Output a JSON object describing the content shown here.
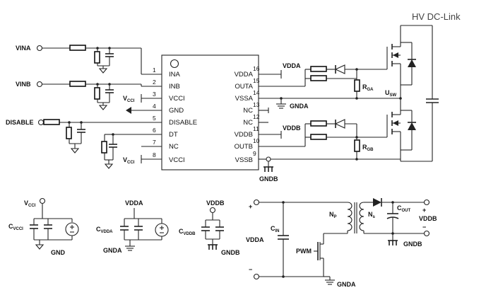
{
  "title": "HV DC-Link",
  "ic": {
    "left_pins": [
      {
        "num": "1",
        "name": "INA"
      },
      {
        "num": "2",
        "name": "INB"
      },
      {
        "num": "3",
        "name": "VCCI"
      },
      {
        "num": "4",
        "name": "GND"
      },
      {
        "num": "5",
        "name": "DISABLE"
      },
      {
        "num": "6",
        "name": "DT"
      },
      {
        "num": "7",
        "name": "NC"
      },
      {
        "num": "8",
        "name": "VCCI"
      }
    ],
    "right_pins": [
      {
        "num": "16",
        "name": "VDDA"
      },
      {
        "num": "15",
        "name": "OUTA"
      },
      {
        "num": "14",
        "name": "VSSA"
      },
      {
        "num": "13",
        "name": "NC"
      },
      {
        "num": "12",
        "name": "NC"
      },
      {
        "num": "11",
        "name": "VDDB"
      },
      {
        "num": "10",
        "name": "OUTB"
      },
      {
        "num": "9",
        "name": "VSSB"
      }
    ]
  },
  "inputs": {
    "vina": "VINA",
    "vinb": "VINB",
    "disable": "DISABLE"
  },
  "labels": {
    "vcci_main": "V",
    "vcci_sub": "CCI",
    "vdda": "VDDA",
    "vddb": "VDDB",
    "gnda": "GNDA",
    "gndb": "GNDB",
    "gnd": "GND",
    "rga_main": "R",
    "rga_sub": "GA",
    "rgb_main": "R",
    "rgb_sub": "GB",
    "usw_main": "U",
    "usw_sub": "SW"
  },
  "bottom": {
    "vcci_main": "V",
    "vcci_sub": "CCI",
    "cvcci_main": "C",
    "cvcci_sub": "VCCI",
    "gnd": "GND",
    "vdda": "VDDA",
    "cvdda_main": "C",
    "cvdda_sub": "VDDA",
    "gnda": "GNDA",
    "vddb": "VDDB",
    "cvddb_main": "C",
    "cvddb_sub": "VDDB",
    "gndb": "GNDB",
    "plus": "+",
    "minus": "−",
    "cin_main": "C",
    "cin_sub": "IN",
    "supply_vdda": "VDDA",
    "pwm": "PWM",
    "np_main": "N",
    "np_sub": "P",
    "ns_main": "N",
    "ns_sub": "s",
    "cout_main": "C",
    "cout_sub": "OUT",
    "out_plus": "+",
    "out_vddb": "VDDB",
    "out_minus": "−",
    "out_gndb": "GNDB",
    "gnda2": "GNDA"
  }
}
